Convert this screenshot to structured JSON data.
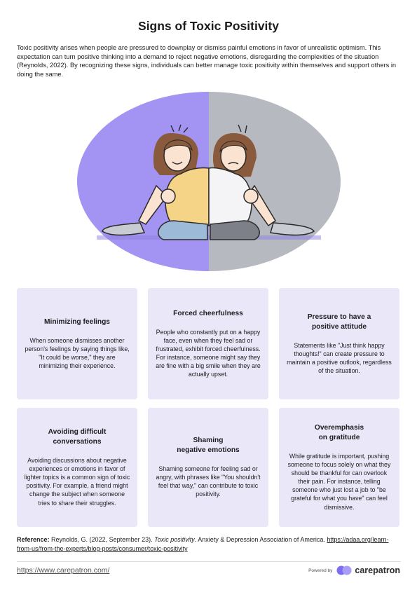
{
  "title": "Signs of Toxic Positivity",
  "intro": "Toxic positivity arises when people are pressured to downplay or dismiss painful emotions in favor of unrealistic optimism. This expectation can turn positive thinking into a demand to reject negative emotions, disregarding the complexities of the situation (Reynolds, 2022). By recognizing these signs, individuals can better manage toxic positivity within themselves and support others in doing the same.",
  "colors": {
    "card_bg": "#e9e7f8",
    "purple": "#a393f2",
    "gray": "#b7b9c1"
  },
  "cards": [
    {
      "title": "Minimizing feelings",
      "body": "When someone dismisses another person's feelings by saying things like, \"It could be worse,\" they are minimizing their experience."
    },
    {
      "title": "Forced cheerfulness",
      "body": "People who constantly put on a happy face, even when they feel sad or frustrated, exhibit forced cheerfulness. For instance, someone might say they are fine with a big smile when they are actually upset."
    },
    {
      "title": "Pressure to have a\npositive attitude",
      "body": "Statements like \"Just think happy thoughts!\" can create pressure to maintain a positive outlook, regardless of the situation."
    },
    {
      "title": "Avoiding difficult\nconversations",
      "body": "Avoiding discussions about negative experiences or emotions in favor of lighter topics is a common sign of toxic positivity. For example, a friend might change the subject when someone tries to share their struggles."
    },
    {
      "title": "Shaming\nnegative emotions",
      "body": "Shaming someone for feeling sad or angry, with phrases like \"You shouldn't feel that way,\" can contribute to toxic positivity."
    },
    {
      "title": "Overemphasis\non gratitude",
      "body": "While gratitude is important, pushing someone to focus solely on what they should be thankful for can overlook their pain. For instance, telling someone who just lost a job to \"be grateful for what you have\" can feel dismissive."
    }
  ],
  "reference": {
    "label": "Reference:",
    "text": " Reynolds, G. (2022, September 23). ",
    "source": "Toxic positivity",
    "publisher": ". Anxiety & Depression Association of America. ",
    "url": "https://adaa.org/learn-from-us/from-the-experts/blog-posts/consumer/toxic-positivity"
  },
  "footer": {
    "website": "https://www.carepatron.com/",
    "powered_by": "Powered by",
    "brand": "carepatron"
  }
}
